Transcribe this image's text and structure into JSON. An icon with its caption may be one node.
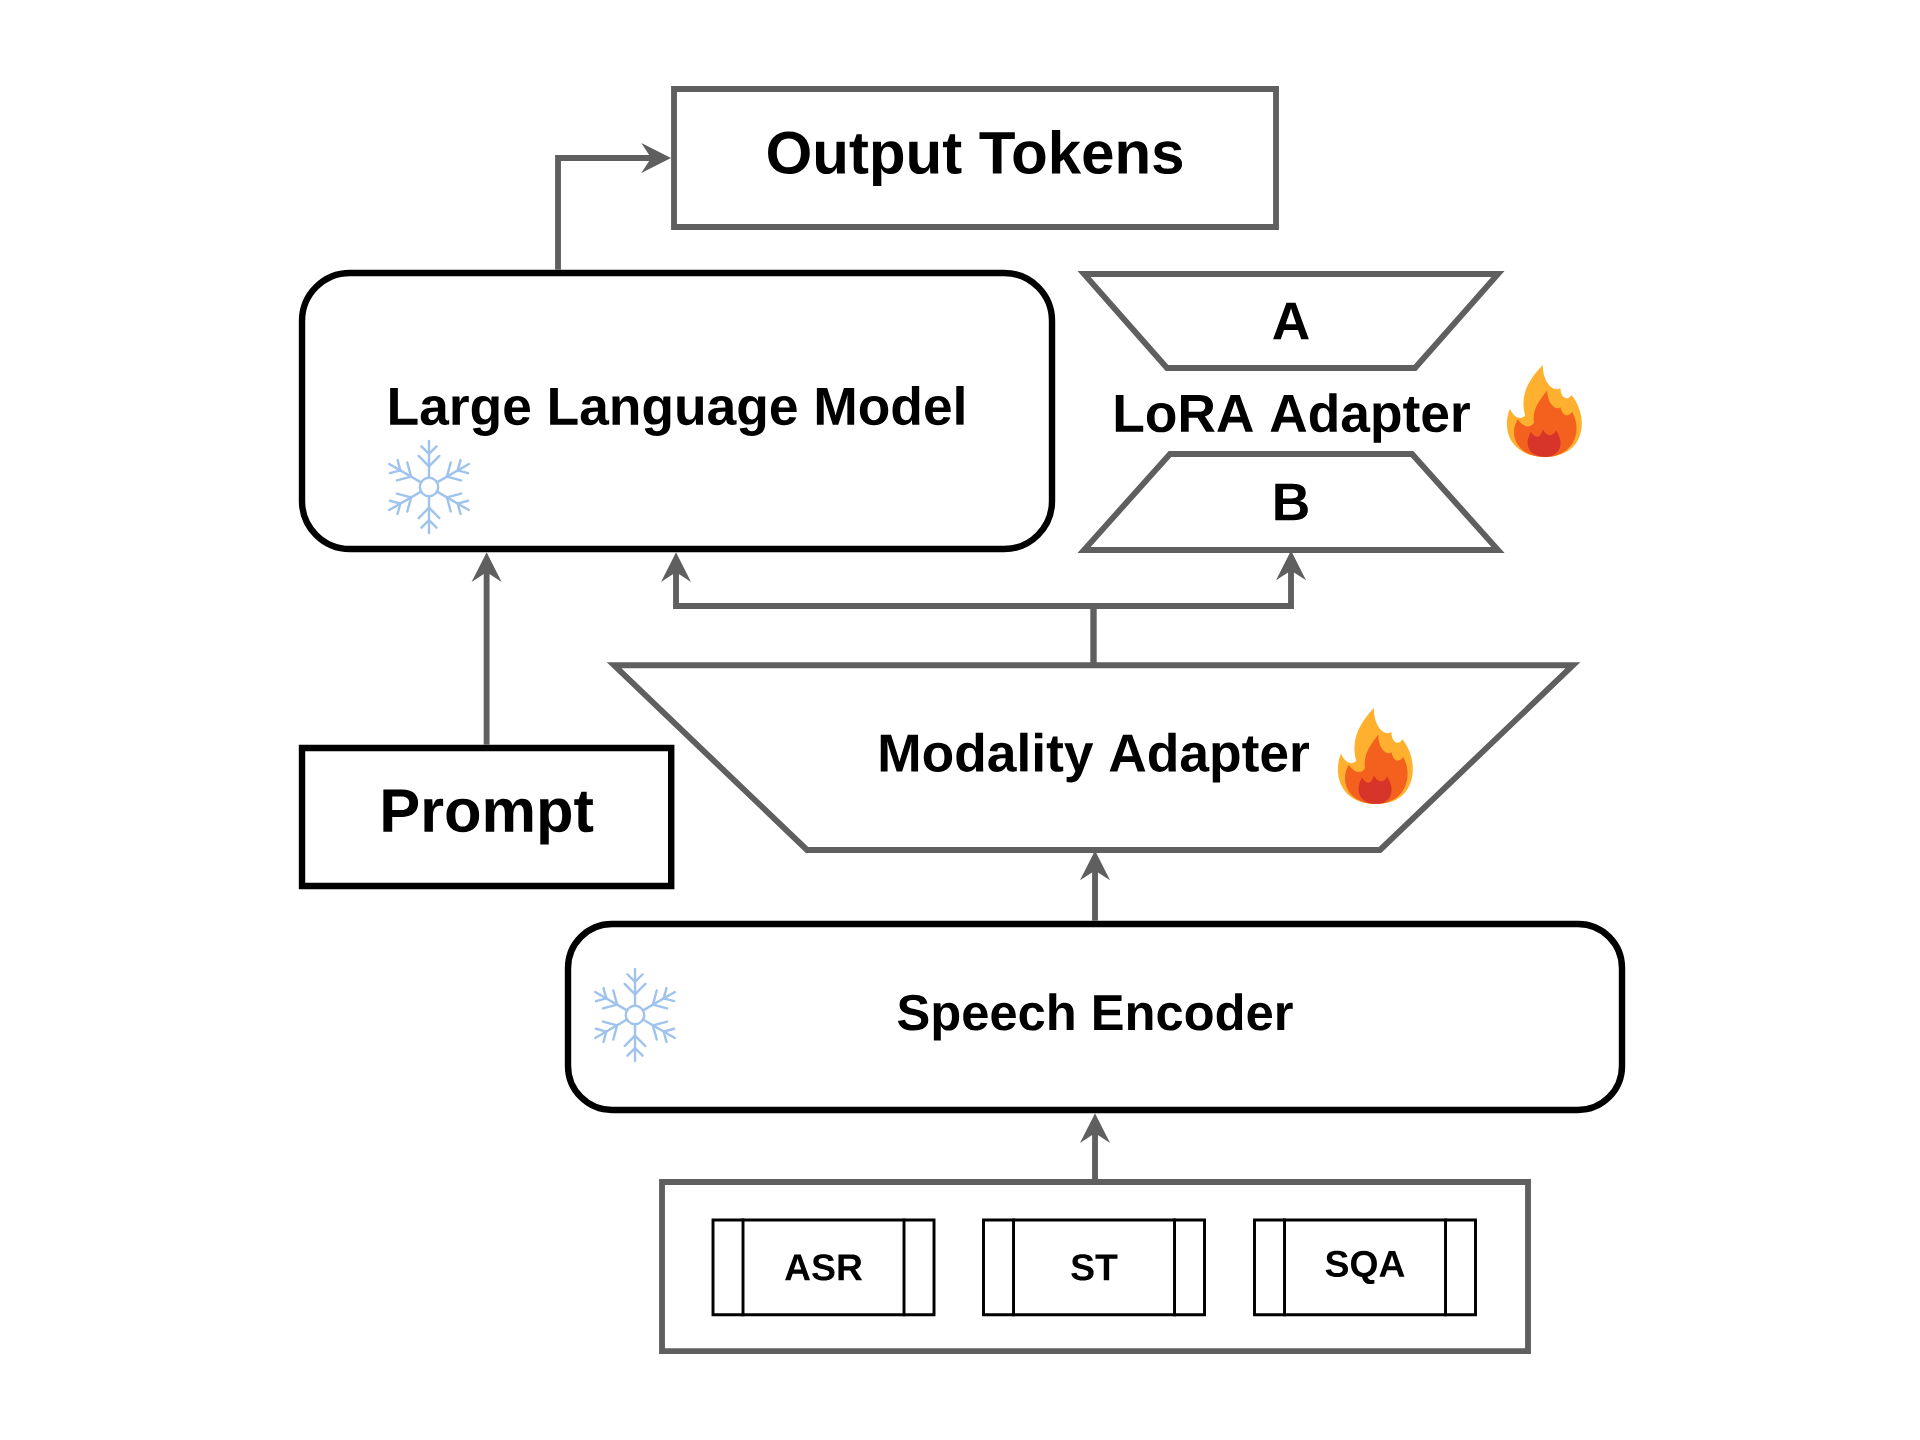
{
  "diagram": {
    "nodes": [
      {
        "text": [
          "Output Tokens"
        ]
      },
      {
        "text": [
          "Large Language Model"
        ]
      },
      {
        "text": [
          "A"
        ]
      },
      {
        "text": [
          "B"
        ]
      },
      {
        "text": [
          "Modality Adapter"
        ]
      },
      {
        "text": [
          "Prompt"
        ]
      },
      {
        "text": [
          "Speech Encoder"
        ]
      },
      {
        "text": [],
        "shape": "box"
      },
      {
        "text": [
          "ASR"
        ],
        "in": 7
      },
      {
        "text": [
          "ST"
        ],
        "in": 7
      },
      {
        "text": [
          "SQA"
        ],
        "in": 7
      }
    ],
    "edges": [
      {
        "from": 1,
        "to": 0,
        "arrow": "to"
      },
      {
        "from": 5,
        "to": 1,
        "arrow": "to"
      },
      {
        "from": 4,
        "to": 1,
        "arrow": "to"
      },
      {
        "from": 4,
        "to": 3,
        "arrow": "to"
      },
      {
        "from": 6,
        "to": 4,
        "arrow": "to"
      },
      {
        "from": 7,
        "to": 6,
        "arrow": "to"
      }
    ],
    "labels": [
      "LoRA Adapter"
    ]
  }
}
